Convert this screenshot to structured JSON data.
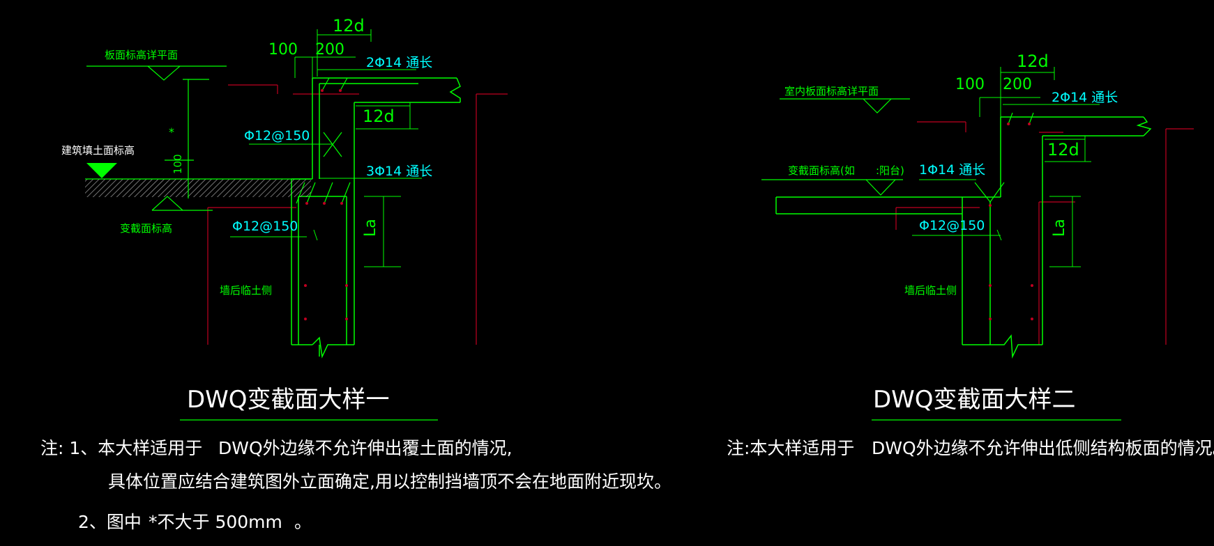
{
  "colors": {
    "background": "#000000",
    "concrete_outline": "#00ff00",
    "hidden_line": "#c00020",
    "rebar_label": "#00ffff",
    "annotation_text": "#00ff00",
    "note_text": "#ffffff",
    "title_text": "#ffffff",
    "ground_marker": "#00ff00",
    "hatch": "#aaaaaa"
  },
  "detail1": {
    "title": "DWQ变截面大样一",
    "dim_12d_top": "12d",
    "dim_100": "100",
    "dim_200": "200",
    "rebar_top": "2Φ14 通长",
    "dim_12d_side": "12d",
    "stirrup_upper": "Φ12@150",
    "rebar_mid": "3Φ14 通长",
    "stirrup_lower": "Φ12@150",
    "dim_la": "La",
    "label_slab_level": "板面标高详平面",
    "label_ground_level": "建筑填土面标高",
    "label_section_level": "变截面标高",
    "label_backfill": "墙后临土侧",
    "dim_star": "*",
    "dim_100_vert": "100"
  },
  "detail2": {
    "title": "DWQ变截面大样二",
    "dim_12d_top": "12d",
    "dim_100": "100",
    "dim_200": "200",
    "rebar_top": "2Φ14 通长",
    "dim_12d_side": "12d",
    "label_slab_level": "室内板面标高详平面",
    "label_section_level": "变截面标高(如",
    "label_section_level_suffix": ":阳台)",
    "rebar_mid": "1Φ14 通长",
    "stirrup": "Φ12@150",
    "dim_la": "La",
    "label_backfill": "墙后临土侧"
  },
  "notes1": {
    "line1_prefix": "注: 1、本大样适用于",
    "line1_rest": "DWQ外边缘不允许伸出覆土面的情况,",
    "line2": "具体位置应结合建筑图外立面确定,用以控制挡墙顶不会在地面附近现坎。",
    "line3_prefix": "2、图中",
    "line3_mid": "*不大于 500mm",
    "line3_suffix": "。"
  },
  "notes2": {
    "prefix": "注:本大样适用于",
    "rest": "DWQ外边缘不允许伸出低侧结构板面的情况。"
  }
}
